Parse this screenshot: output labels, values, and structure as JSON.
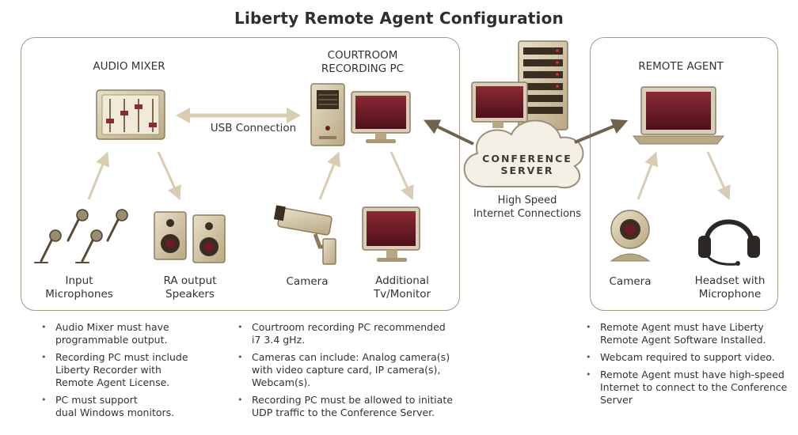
{
  "title": "Liberty Remote Agent Configuration",
  "left_panel": {
    "audio_mixer": "AUDIO MIXER",
    "recording_pc": "COURTROOM\nRECORDING PC",
    "usb": "USB Connection",
    "input_mics": "Input\nMicrophones",
    "speakers": "RA output\nSpeakers",
    "camera": "Camera",
    "monitor": "Additional\nTv/Monitor"
  },
  "server": {
    "label": "CONFERENCE\nSERVER",
    "caption": "High Speed\nInternet Connections"
  },
  "right_panel": {
    "title": "REMOTE AGENT",
    "camera": "Camera",
    "headset": "Headset with\nMicrophone"
  },
  "notes": {
    "col1": [
      "Audio Mixer must have\nprogrammable output.",
      "Recording PC must include\nLiberty Recorder with\nRemote Agent License.",
      "PC must support\ndual Windows monitors."
    ],
    "col2": [
      "Courtroom recording PC recommended\ni7 3.4 gHz.",
      "Cameras can include: Analog camera(s)\nwith video capture card, IP camera(s),\nWebcam(s).",
      "Recording PC must be allowed to initiate\nUDP traffic to the Conference Server."
    ],
    "col3": [
      "Remote Agent must have Liberty\nRemote Agent Software Installed.",
      "Webcam required to support video.",
      "Remote Agent must have high-speed\nInternet to connect to the Conference\nServer"
    ]
  },
  "colors": {
    "maroon": "#6e1a26",
    "tan": "#c9bb9a",
    "arrow": "#d8ccb2",
    "border": "#a79a84"
  }
}
